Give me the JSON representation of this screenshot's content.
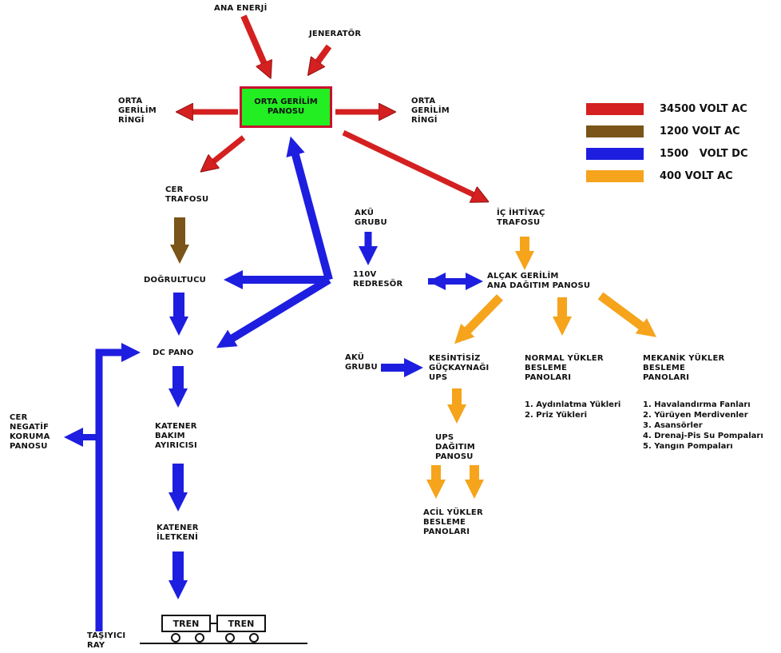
{
  "diagram": {
    "main_energy": "ANA ENERJİ",
    "generator": "JENERATÖR",
    "mv_panel": "ORTA GERİLİM\nPANOSU",
    "mv_ring_left": "ORTA\nGERİLİM\nRİNGİ",
    "mv_ring_right": "ORTA\nGERİLİM\nRİNGİ",
    "traction_transformer": "CER\nTRAFOSU",
    "aux_transformer": "İÇ İHTİYAÇ\nTRAFOSU",
    "battery_group_1": "AKÜ\nGRUBU",
    "rectifier_110v": "110V\nREDRESÖR",
    "rectifier": "DOĞRULTUCU",
    "lv_main_panel": "ALÇAK GERİLİM\nANA DAĞITIM PANOSU",
    "dc_panel": "DC PANO",
    "battery_group_2": "AKÜ\nGRUBU",
    "ups": "KESİNTİSİZ\nGÜÇKAYNAĞI\nUPS",
    "normal_loads": "NORMAL YÜKLER\nBESLEME\nPANOLARI",
    "mechanical_loads": "MEKANİK YÜKLER\nBESLEME\nPANOLARI",
    "negative_protection": "CER\nNEGATİF\nKORUMA\nPANOSU",
    "catenary_disconnector": "KATENER\nBAKIM\nAYIRICISI",
    "ups_distribution": "UPS\nDAĞITIM\nPANOSU",
    "emergency_loads": "ACİL YÜKLER\nBESLEME\nPANOLARI",
    "catenary_conductor": "KATENER\nİLETKENİ",
    "running_rail": "TAŞIYICI\nRAY",
    "train_1": "TREN",
    "train_2": "TREN",
    "normal_load_items": [
      "1. Aydınlatma Yükleri",
      "2. Priz Yükleri"
    ],
    "mechanical_load_items": [
      "1. Havalandırma Fanları",
      "2. Yürüyen Merdivenler",
      "3. Asansörler",
      "4. Drenaj-Pis Su Pompaları",
      "5. Yangın Pompaları"
    ]
  },
  "legend": [
    {
      "label": "34500 VOLT AC",
      "color": "#d42020"
    },
    {
      "label": "1200 VOLT AC",
      "color": "#7a5418"
    },
    {
      "label": "1500   VOLT DC",
      "color": "#1e1ee0"
    },
    {
      "label": "400 VOLT AC",
      "color": "#f5a41c"
    }
  ],
  "colors": {
    "ac_34500": "#d42020",
    "ac_1200": "#7a5418",
    "dc_1500": "#1e1ee0",
    "ac_400": "#f5a41c",
    "panel_fill": "#22ee22",
    "panel_border": "#c8102e"
  }
}
